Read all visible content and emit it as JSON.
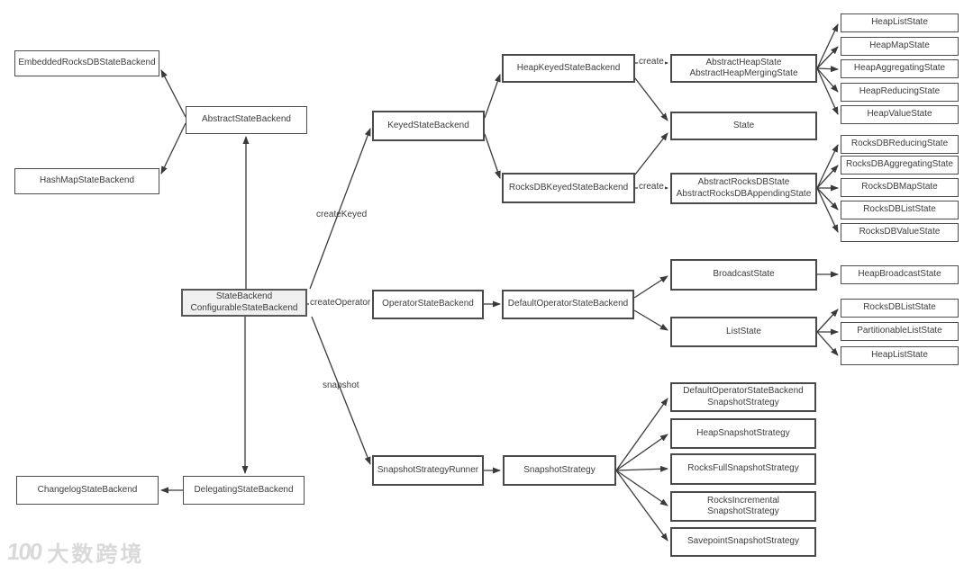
{
  "nodes": {
    "embedded_rocksdb_state_backend": {
      "label": "EmbeddedRocksDBStateBackend"
    },
    "abstract_state_backend": {
      "label": "AbstractStateBackend"
    },
    "hash_map_state_backend": {
      "label": "HashMapStateBackend"
    },
    "state_backend": {
      "label": "StateBackend\nConfigurableStateBackend"
    },
    "changelog_state_backend": {
      "label": "ChangelogStateBackend"
    },
    "delegating_state_backend": {
      "label": "DelegatingStateBackend"
    },
    "keyed_state_backend": {
      "label": "KeyedStateBackend"
    },
    "heap_keyed_state_backend": {
      "label": "HeapKeyedStateBackend"
    },
    "rocksdb_keyed_state_backend": {
      "label": "RocksDBKeyedStateBackend"
    },
    "operator_state_backend": {
      "label": "OperatorStateBackend"
    },
    "default_operator_state_backend": {
      "label": "DefaultOperatorStateBackend"
    },
    "snapshot_strategy_runner": {
      "label": "SnapshotStrategyRunner"
    },
    "snapshot_strategy": {
      "label": "SnapshotStrategy"
    },
    "abstract_heap_state": {
      "label": "AbstractHeapState\nAbstractHeapMergingState"
    },
    "state": {
      "label": "State"
    },
    "abstract_rocksdb_state": {
      "label": "AbstractRocksDBState\nAbstractRocksDBAppendingState"
    },
    "broadcast_state": {
      "label": "BroadcastState"
    },
    "list_state": {
      "label": "ListState"
    },
    "default_operator_snapshot_strategy": {
      "label": "DefaultOperatorStateBackend\nSnapshotStrategy"
    },
    "heap_snapshot_strategy": {
      "label": "HeapSnapshotStrategy"
    },
    "rocks_full_snapshot_strategy": {
      "label": "RocksFullSnapshotStrategy"
    },
    "rocks_incremental_snapshot_strategy": {
      "label": "RocksIncremental\nSnapshotStrategy"
    },
    "savepoint_snapshot_strategy": {
      "label": "SavepointSnapshotStrategy"
    },
    "heap_list_state": {
      "label": "HeapListState"
    },
    "heap_map_state": {
      "label": "HeapMapState"
    },
    "heap_aggregating_state": {
      "label": "HeapAggregatingState"
    },
    "heap_reducing_state": {
      "label": "HeapReducingState"
    },
    "heap_value_state": {
      "label": "HeapValueState"
    },
    "rocksdb_reducing_state": {
      "label": "RocksDBReducingState"
    },
    "rocksdb_aggregating_state": {
      "label": "RocksDBAggregatingState"
    },
    "rocksdb_map_state": {
      "label": "RocksDBMapState"
    },
    "rocksdb_list_state": {
      "label": "RocksDBListState"
    },
    "rocksdb_value_state": {
      "label": "RocksDBValueState"
    },
    "heap_broadcast_state": {
      "label": "HeapBroadcastState"
    },
    "rocksdb_list_state_2": {
      "label": "RocksDBListState"
    },
    "partitionable_list_state": {
      "label": "PartitionableListState"
    },
    "heap_list_state_2": {
      "label": "HeapListState"
    }
  },
  "edge_labels": {
    "create_keyed": "createKeyed",
    "create_operator": "createOperator",
    "snapshot": "snapshot",
    "create_heap": "create",
    "create_rocks": "create"
  },
  "watermark": {
    "logo": "100",
    "text": "大数跨境"
  },
  "colors": {
    "box_border": "#4a4a4a",
    "box_text": "#3c3c3c",
    "line": "#3a3a3a",
    "highlight_fill": "#f0f0f0",
    "watermark": "#d9d9d9"
  }
}
